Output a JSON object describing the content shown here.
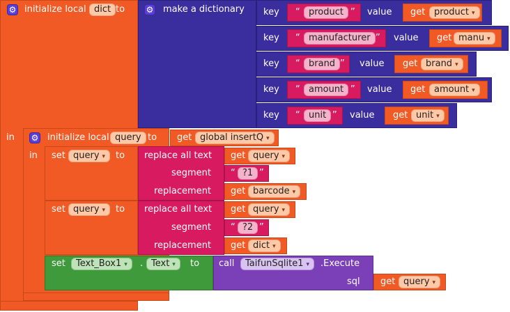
{
  "outer": {
    "initialize": "initialize local",
    "var": "dict",
    "to": "to",
    "in": "in",
    "make_dict": "make a dictionary",
    "pairs": [
      {
        "key": "key",
        "key_text": "product",
        "value": "value",
        "get": "get",
        "var": "product"
      },
      {
        "key": "key",
        "key_text": "manufacturer",
        "value": "value",
        "get": "get",
        "var": "manu"
      },
      {
        "key": "key",
        "key_text": "brand",
        "value": "value",
        "get": "get",
        "var": "brand"
      },
      {
        "key": "key",
        "key_text": "amount",
        "value": "value",
        "get": "get",
        "var": "amount"
      },
      {
        "key": "key",
        "key_text": "unit",
        "value": "value",
        "get": "get",
        "var": "unit"
      }
    ]
  },
  "inner": {
    "initialize": "initialize local",
    "var": "query",
    "to": "to",
    "get": "get",
    "global": "global insertQ",
    "in": "in"
  },
  "set1": {
    "set": "set",
    "var": "query",
    "to": "to",
    "replace": "replace all text",
    "get": "get",
    "text_var": "query",
    "segment": "segment",
    "segment_text": "?1",
    "replacement": "replacement",
    "repl_get": "get",
    "repl_var": "barcode"
  },
  "set2": {
    "set": "set",
    "var": "query",
    "to": "to",
    "replace": "replace all text",
    "get": "get",
    "text_var": "query",
    "segment": "segment",
    "segment_text": "?2",
    "replacement": "replacement",
    "repl_get": "get",
    "repl_var": "dict"
  },
  "set3": {
    "set": "set",
    "component": "Text_Box1",
    "dot": ".",
    "prop": "Text",
    "to": "to",
    "call": "call",
    "db": "TaifunSqlite1",
    "method": ".Execute",
    "sql": "sql",
    "get": "get",
    "var": "query"
  },
  "quote_open": "“",
  "quote_close": "”",
  "gear_glyph": "⚙",
  "dropdown_glyph": "▾"
}
